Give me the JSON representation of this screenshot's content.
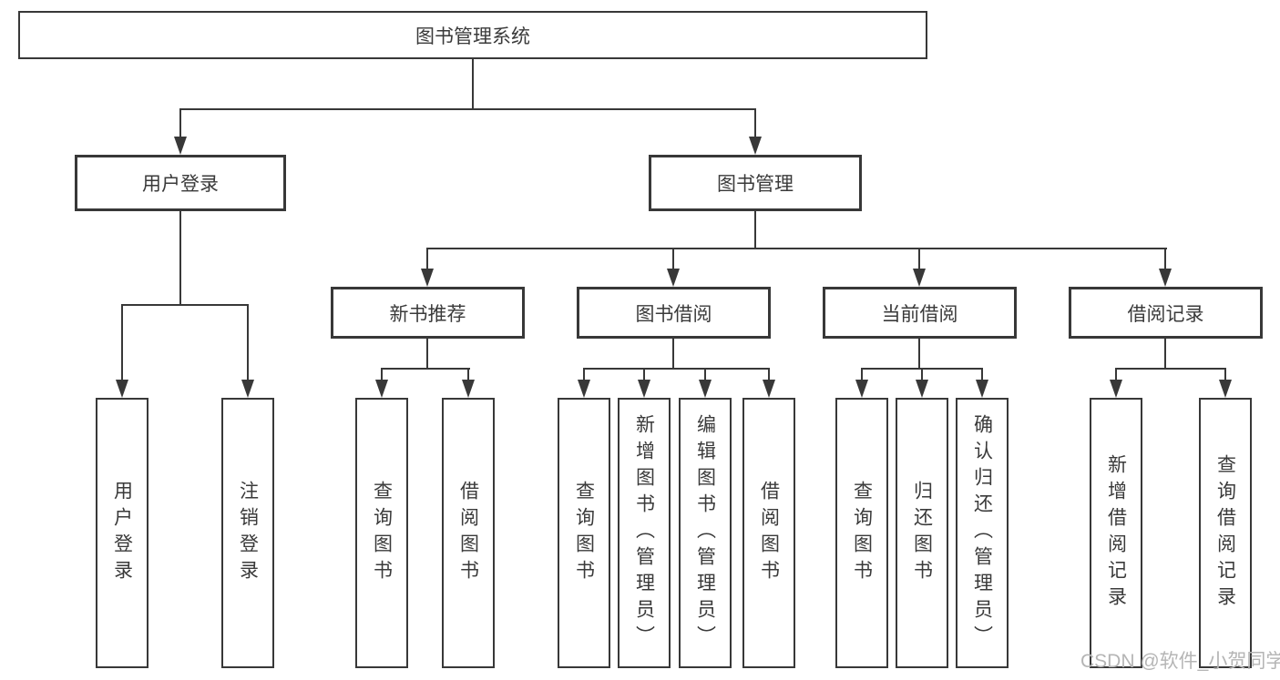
{
  "diagram_title": "图书管理系统",
  "tree": {
    "label": "图书管理系统",
    "children": [
      {
        "label": "用户登录",
        "children": [
          {
            "label": "用户登录"
          },
          {
            "label": "注销登录"
          }
        ]
      },
      {
        "label": "图书管理",
        "children": [
          {
            "label": "新书推荐",
            "children": [
              {
                "label": "查询图书"
              },
              {
                "label": "借阅图书"
              }
            ]
          },
          {
            "label": "图书借阅",
            "children": [
              {
                "label": "查询图书"
              },
              {
                "label": "新增图书（管理员）"
              },
              {
                "label": "编辑图书（管理员）"
              },
              {
                "label": "借阅图书"
              }
            ]
          },
          {
            "label": "当前借阅",
            "children": [
              {
                "label": "查询图书"
              },
              {
                "label": "归还图书"
              },
              {
                "label": "确认归还（管理员）"
              }
            ]
          },
          {
            "label": "借阅记录",
            "children": [
              {
                "label": "新增借阅记录"
              },
              {
                "label": "查询借阅记录"
              }
            ]
          }
        ]
      }
    ]
  },
  "watermark": {
    "text": "CSDN @软件_小贺同学"
  },
  "colors": {
    "line": "#383838",
    "text": "#3a3a3a",
    "watermark": "#b5b5b5",
    "background": "#ffffff"
  }
}
